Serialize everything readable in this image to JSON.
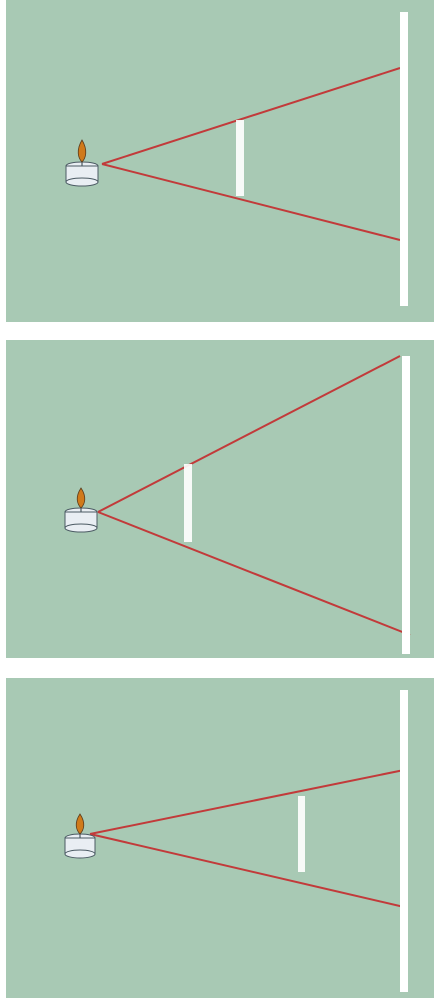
{
  "figure": {
    "panels": [
      {
        "id": "panel-1"
      },
      {
        "id": "panel-2"
      },
      {
        "id": "panel-3"
      }
    ],
    "colors": {
      "background": "#a8c9b4",
      "ray": "#c23a3a",
      "card": "#ffffff",
      "screen": "#ffffff",
      "candle_body": "#e9eef3",
      "candle_outline": "#4b5a63",
      "flame": "#d07a1a"
    },
    "icons": [
      "candle-icon",
      "flame-icon"
    ]
  }
}
